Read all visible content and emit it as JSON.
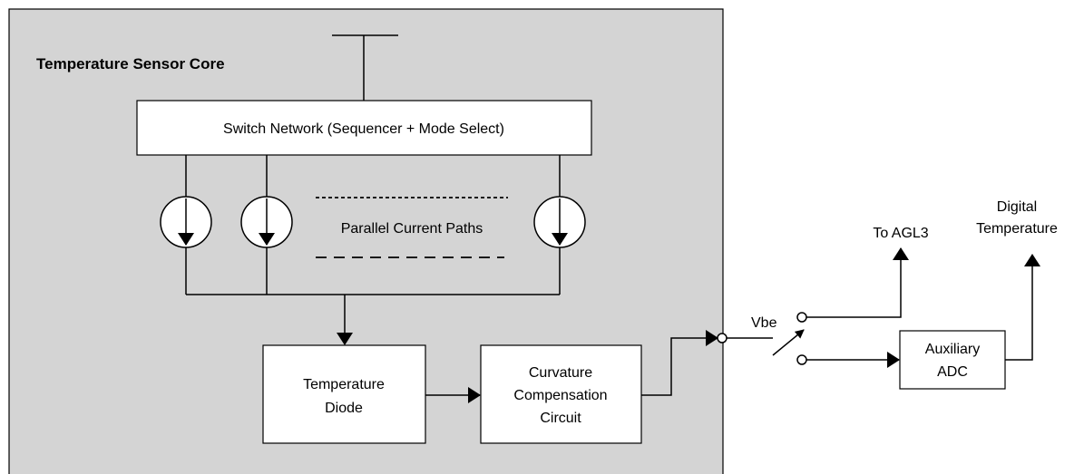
{
  "core": {
    "title": "Temperature Sensor Core",
    "fill_color": "#d4d4d4"
  },
  "switch_network": {
    "label": "Switch Network (Sequencer + Mode Select)"
  },
  "parallel_paths": {
    "label": "Parallel Current Paths"
  },
  "temperature_diode": {
    "label_line1": "Temperature",
    "label_line2": "Diode"
  },
  "curvature": {
    "label_line1": "Curvature",
    "label_line2": "Compensation",
    "label_line3": "Circuit"
  },
  "signal": {
    "label": "Vbe"
  },
  "outputs": {
    "agl3": "To AGL3",
    "digital_line1": "Digital",
    "digital_line2": "Temperature"
  },
  "adc": {
    "label_line1": "Auxiliary",
    "label_line2": "ADC"
  }
}
